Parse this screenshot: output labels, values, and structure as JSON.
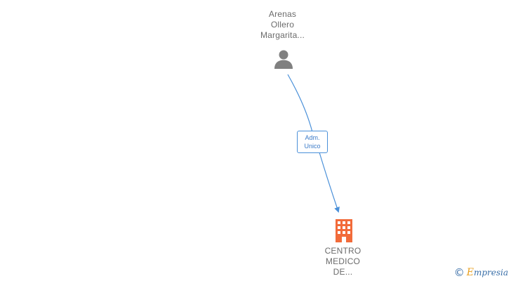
{
  "nodes": {
    "person": {
      "name_lines": [
        "Arenas",
        "Ollero",
        "Margarita..."
      ],
      "icon": "person-icon",
      "color": "#808080"
    },
    "company": {
      "name_lines": [
        "CENTRO",
        "MEDICO",
        "DE..."
      ],
      "icon": "building-icon",
      "color": "#f26b3a"
    }
  },
  "edge": {
    "from": "person",
    "to": "company",
    "label_lines": [
      "Adm.",
      "Unico"
    ],
    "color": "#4a90d9"
  },
  "watermark": {
    "symbol": "©",
    "brand_first": "E",
    "brand_rest": "mpresia"
  }
}
